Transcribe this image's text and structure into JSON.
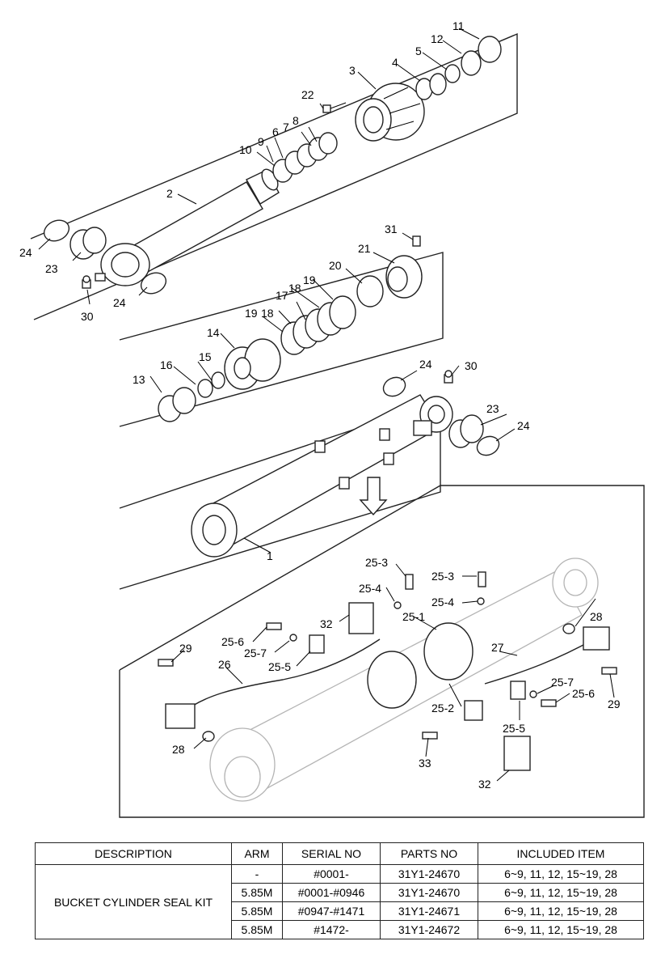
{
  "callouts": {
    "c1": "1",
    "c2": "2",
    "c3": "3",
    "c4": "4",
    "c5": "5",
    "c6": "6",
    "c7": "7",
    "c8": "8",
    "c9": "9",
    "c10": "10",
    "c11": "11",
    "c12": "12",
    "c13": "13",
    "c14": "14",
    "c15": "15",
    "c16": "16",
    "c17": "17",
    "c18a": "18",
    "c18b": "18",
    "c19a": "19",
    "c19b": "19",
    "c20": "20",
    "c21": "21",
    "c22": "22",
    "c23a": "23",
    "c23b": "23",
    "c24a": "24",
    "c24b": "24",
    "c24c": "24",
    "c24d": "24",
    "c30a": "30",
    "c30b": "30",
    "c31": "31",
    "c25_1": "25-1",
    "c25_2": "25-2",
    "c25_3a": "25-3",
    "c25_3b": "25-3",
    "c25_4a": "25-4",
    "c25_4b": "25-4",
    "c25_5a": "25-5",
    "c25_5b": "25-5",
    "c25_6a": "25-6",
    "c25_6b": "25-6",
    "c25_7a": "25-7",
    "c25_7b": "25-7",
    "c26": "26",
    "c27": "27",
    "c28a": "28",
    "c28b": "28",
    "c29a": "29",
    "c29b": "29",
    "c32a": "32",
    "c32b": "32",
    "c33": "33"
  },
  "table": {
    "headers": [
      "DESCRIPTION",
      "ARM",
      "SERIAL NO",
      "PARTS NO",
      "INCLUDED ITEM"
    ],
    "description": "BUCKET CYLINDER SEAL KIT",
    "rows": [
      {
        "arm": "-",
        "serial": "#0001-",
        "parts": "31Y1-24670",
        "included": "6~9, 11, 12, 15~19, 28"
      },
      {
        "arm": "5.85M",
        "serial": "#0001-#0946",
        "parts": "31Y1-24670",
        "included": "6~9, 11, 12, 15~19, 28"
      },
      {
        "arm": "5.85M",
        "serial": "#0947-#1471",
        "parts": "31Y1-24671",
        "included": "6~9, 11, 12, 15~19, 28"
      },
      {
        "arm": "5.85M",
        "serial": "#1472-",
        "parts": "31Y1-24672",
        "included": "6~9, 11, 12, 15~19, 28"
      }
    ]
  }
}
